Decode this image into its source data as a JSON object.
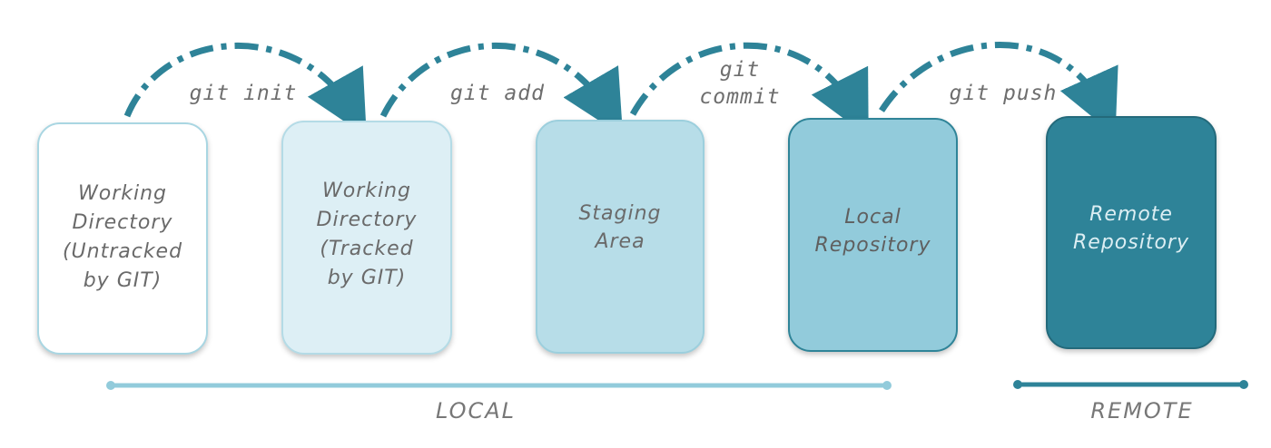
{
  "nodes": [
    {
      "id": "working-untracked",
      "lines": [
        "Working",
        "Directory",
        "(Untracked",
        "by GIT)"
      ],
      "fill": "#ffffff",
      "stroke": "#a9d6e2",
      "text_color": "#6a6a6a"
    },
    {
      "id": "working-tracked",
      "lines": [
        "Working",
        "Directory",
        "(Tracked",
        "by GIT)"
      ],
      "fill": "#ddeff5",
      "stroke": "#b4dbe6",
      "text_color": "#6a6a6a"
    },
    {
      "id": "staging-area",
      "lines": [
        "Staging",
        "Area"
      ],
      "fill": "#b7dde8",
      "stroke": "#9ccfdd",
      "text_color": "#6a6a6a"
    },
    {
      "id": "local-repository",
      "lines": [
        "Local",
        "Repository"
      ],
      "fill": "#92cbdb",
      "stroke": "#2f8498",
      "text_color": "#5f5f5f"
    },
    {
      "id": "remote-repository",
      "lines": [
        "Remote",
        "Repository"
      ],
      "fill": "#2e8398",
      "stroke": "#246a7b",
      "text_color": "#dceef3"
    }
  ],
  "commands": [
    {
      "id": "git-init",
      "lines": [
        "git init"
      ],
      "from": 0,
      "to": 1
    },
    {
      "id": "git-add",
      "lines": [
        "git add"
      ],
      "from": 1,
      "to": 2
    },
    {
      "id": "git-commit",
      "lines": [
        "git",
        "commit"
      ],
      "from": 2,
      "to": 3
    },
    {
      "id": "git-push",
      "lines": [
        "git push"
      ],
      "from": 3,
      "to": 4
    }
  ],
  "sections": [
    {
      "id": "local",
      "label": "LOCAL",
      "color": "#92cbdb"
    },
    {
      "id": "remote",
      "label": "REMOTE",
      "color": "#2e8398"
    }
  ],
  "colors": {
    "arrow": "#2e8398"
  }
}
